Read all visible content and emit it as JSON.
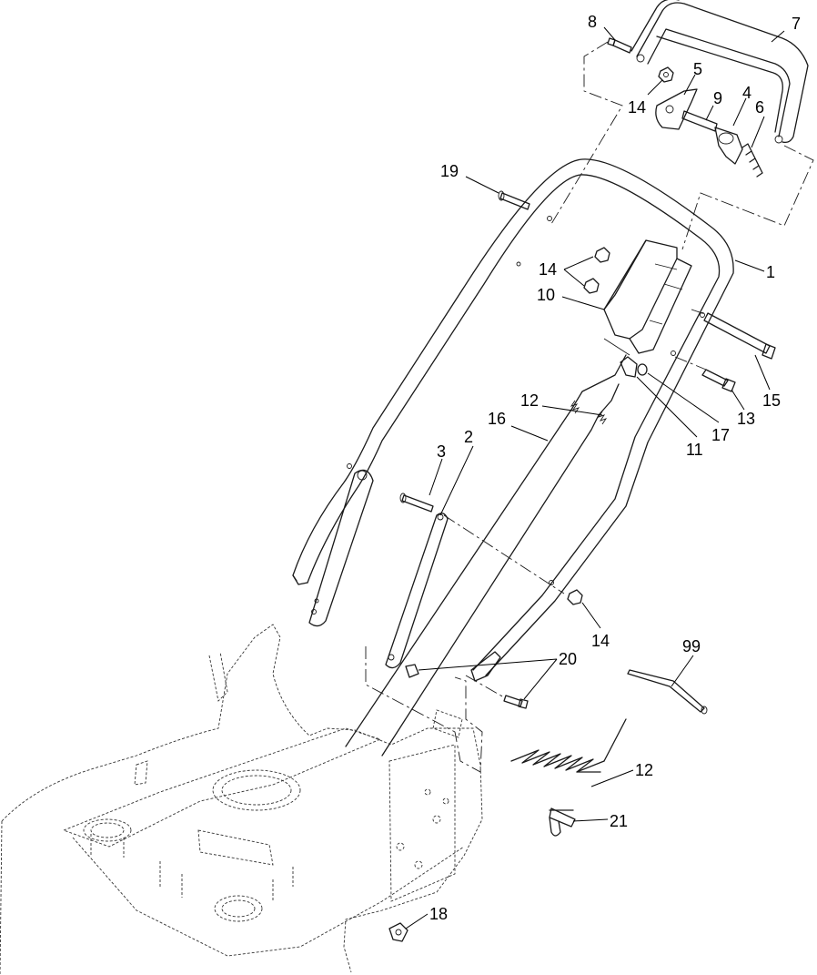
{
  "diagram": {
    "callouts": [
      {
        "id": "c7",
        "label": "7"
      },
      {
        "id": "c8",
        "label": "8"
      },
      {
        "id": "c5",
        "label": "5"
      },
      {
        "id": "c9",
        "label": "9"
      },
      {
        "id": "c4",
        "label": "4"
      },
      {
        "id": "c6",
        "label": "6"
      },
      {
        "id": "c14a",
        "label": "14"
      },
      {
        "id": "c19",
        "label": "19"
      },
      {
        "id": "c1",
        "label": "1"
      },
      {
        "id": "c14b",
        "label": "14"
      },
      {
        "id": "c10",
        "label": "10"
      },
      {
        "id": "c15",
        "label": "15"
      },
      {
        "id": "c13",
        "label": "13"
      },
      {
        "id": "c17",
        "label": "17"
      },
      {
        "id": "c11",
        "label": "11"
      },
      {
        "id": "c12a",
        "label": "12"
      },
      {
        "id": "c16",
        "label": "16"
      },
      {
        "id": "c3",
        "label": "3"
      },
      {
        "id": "c2",
        "label": "2"
      },
      {
        "id": "c14c",
        "label": "14"
      },
      {
        "id": "c99",
        "label": "99"
      },
      {
        "id": "c20",
        "label": "20"
      },
      {
        "id": "c12b",
        "label": "12"
      },
      {
        "id": "c21",
        "label": "21"
      },
      {
        "id": "c18",
        "label": "18"
      }
    ]
  }
}
